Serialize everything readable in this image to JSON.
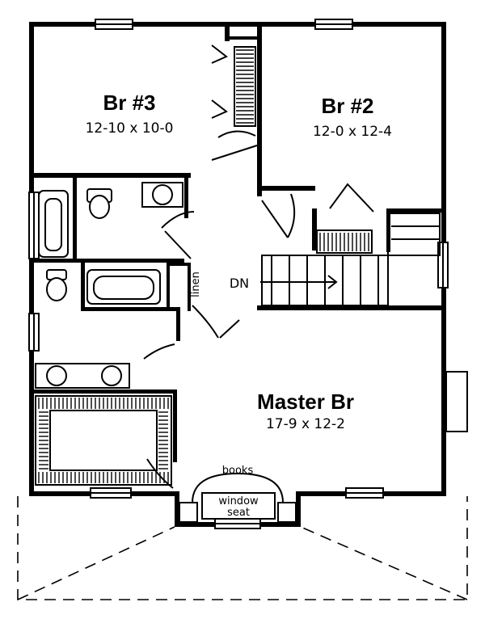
{
  "rooms": {
    "br3": {
      "name": "Br #3",
      "dims": "12-10 x 10-0"
    },
    "br2": {
      "name": "Br #2",
      "dims": "12-0 x 12-4"
    },
    "master": {
      "name": "Master Br",
      "dims": "17-9 x 12-2"
    }
  },
  "labels": {
    "linen": "linen",
    "stairs_down": "DN",
    "books": "books",
    "window_seat_line1": "window",
    "window_seat_line2": "seat"
  }
}
